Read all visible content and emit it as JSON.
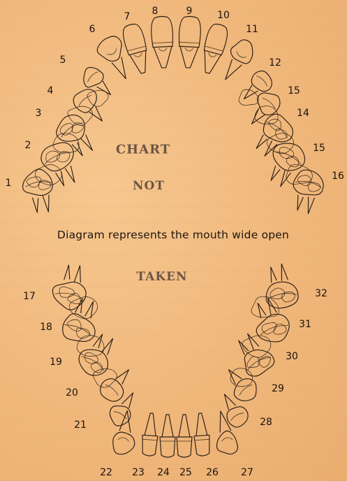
{
  "stamps": {
    "line1": "CHART",
    "line2": "NOT",
    "line3": "TAKEN"
  },
  "caption": "Diagram represents the mouth wide open",
  "upper_tooth_numbers": [
    "1",
    "2",
    "3",
    "4",
    "5",
    "6",
    "7",
    "8",
    "9",
    "10",
    "11",
    "12",
    "15",
    "14",
    "15",
    "16"
  ],
  "lower_tooth_numbers": [
    "17",
    "18",
    "19",
    "20",
    "21",
    "22",
    "23",
    "24",
    "25",
    "26",
    "27",
    "28",
    "29",
    "30",
    "31",
    "32"
  ],
  "colors": {
    "paper": "#f2bd82",
    "ink": "#2a1d14",
    "stamp": "#5d4b3e"
  }
}
